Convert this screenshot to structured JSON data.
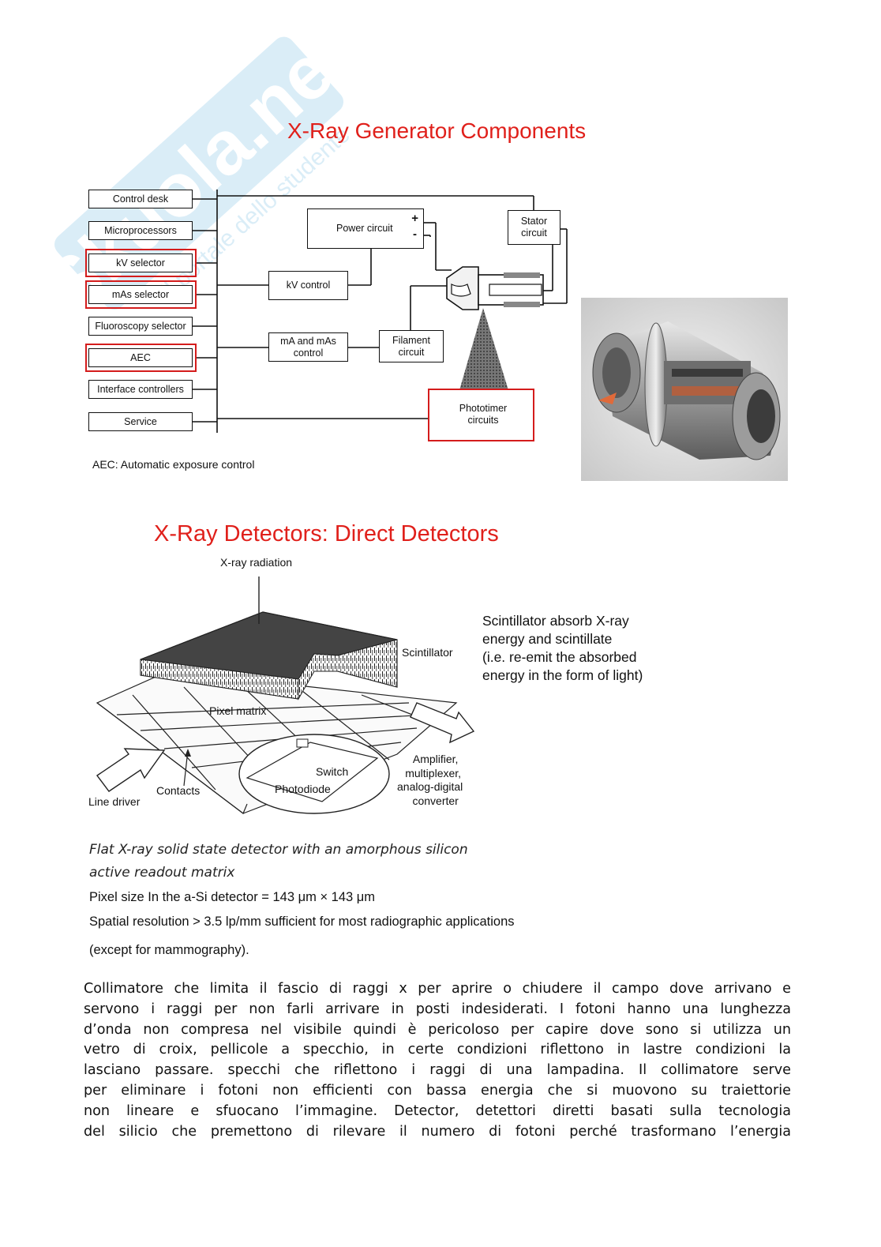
{
  "watermark": {
    "text": "Skuola.net",
    "subtext": "il portale dello studente"
  },
  "section1": {
    "title": "X-Ray Generator Components",
    "left_boxes": [
      "Control desk",
      "Microprocessors",
      "kV selector",
      "mAs selector",
      "Fluoroscopy selector",
      "AEC",
      "Interface controllers",
      "Service"
    ],
    "power_circuit": "Power circuit",
    "plus_sign": "+",
    "minus_sign": "-",
    "stator_line1": "Stator",
    "stator_line2": "circuit",
    "kv_control": "kV control",
    "mas_line1": "mA and mAs",
    "mas_line2": "control",
    "filament_line1": "Filament",
    "filament_line2": "circuit",
    "phototimer_line1": "Phototimer",
    "phototimer_line2": "circuits",
    "caption": "AEC: Automatic exposure control"
  },
  "section2": {
    "title": "X-Ray Detectors: Direct Detectors",
    "labels": {
      "radiation": "X-ray radiation",
      "scintillator": "Scintillator",
      "pixel_matrix": "Pixel matrix",
      "switch": "Switch",
      "photodiode": "Photodiode",
      "contacts": "Contacts",
      "line_driver": "Line driver",
      "amp1": "Amplifier,",
      "amp2": "multiplexer,",
      "amp3": "analog-digital",
      "amp4": "converter"
    },
    "side_text": [
      "Scintillator absorb X-ray",
      "energy and scintillate",
      "(i.e. re-emit the absorbed",
      "energy in the form of light)"
    ],
    "caption_line1": "Flat X-ray solid state detector with an amorphous silicon",
    "caption_line2": "active readout matrix",
    "pixel_size": "Pixel size In the a-Si detector = 143 μm  ×  143 μm",
    "spatial": "Spatial  resolution > 3.5 lp/mm sufficient for most radiographic applications",
    "except": "(except for mammography)."
  },
  "body_lines": [
    "Collimatore che limita il fascio di raggi x per aprire o chiudere il campo dove arrivano e",
    "servono i raggi per non farli arrivare in posti indesiderati. I fotoni hanno una lunghezza",
    "d’onda non compresa nel visibile quindi è pericoloso per capire dove sono si utilizza un",
    "vetro di croix, pellicole a specchio, in certe condizioni riflettono in lastre condizioni la",
    "lasciano passare. specchi che riflettono i raggi di una lampadina. Il collimatore serve",
    "per eliminare i fotoni non efficienti con bassa energia che si muovono su traiettorie",
    "non lineare e sfuocano l’immagine. Detector, detettori diretti basati sulla tecnologia",
    "del silicio che premettono di rilevare il numero di fotoni perché trasformano l’energia"
  ]
}
